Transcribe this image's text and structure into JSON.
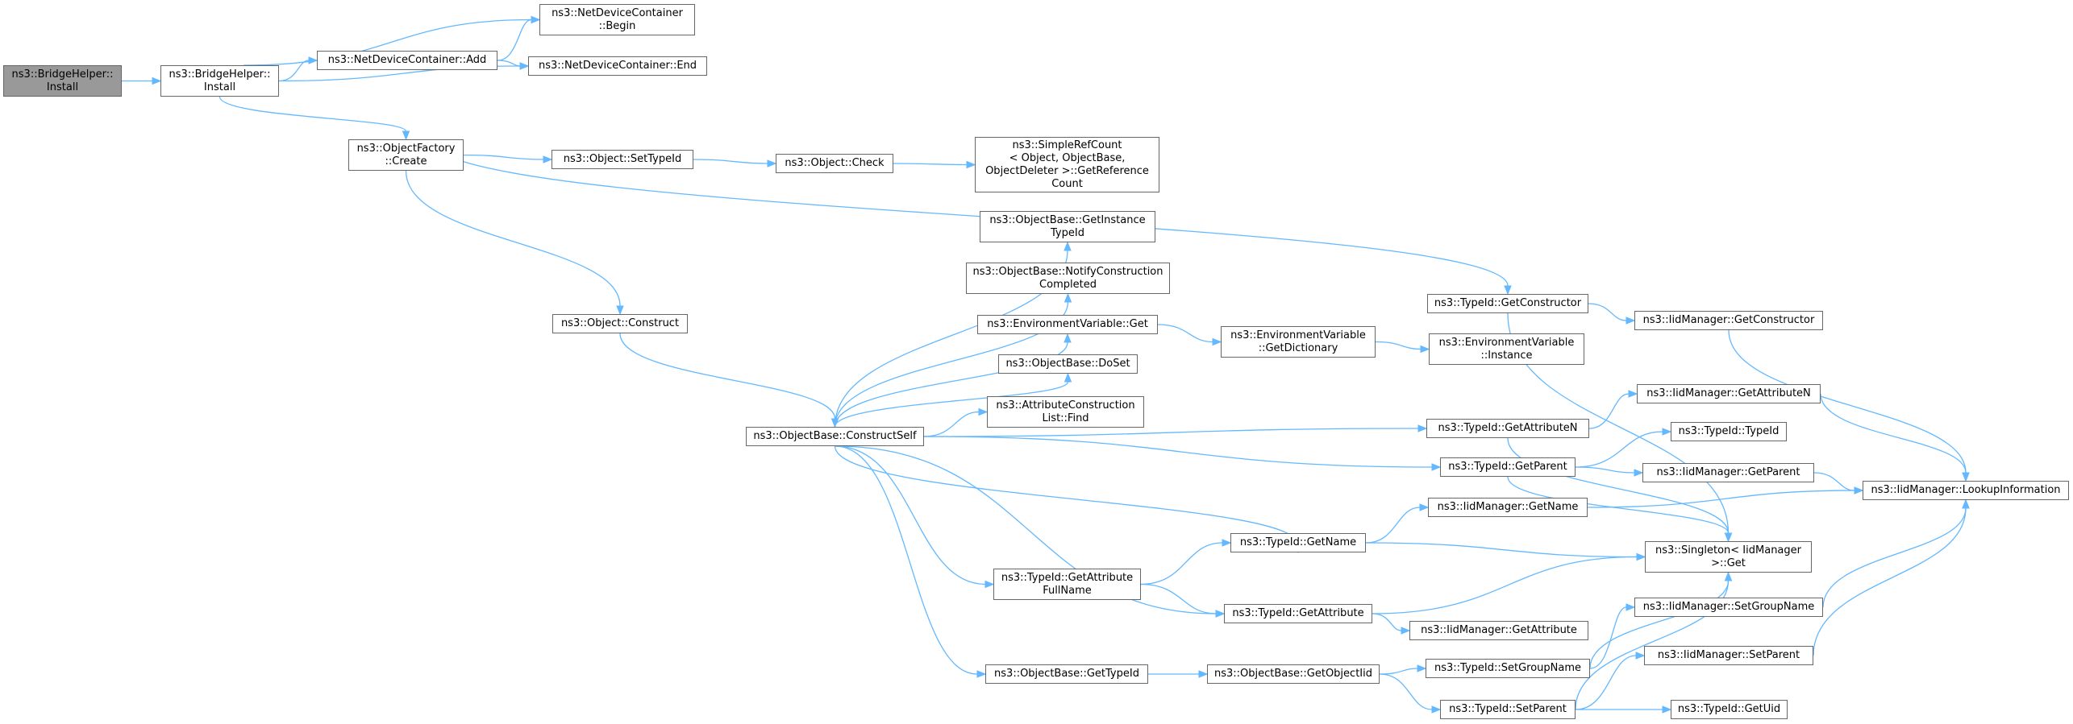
{
  "graph": {
    "edge_color": "#63b8ff",
    "node_border_color": "#666666",
    "root_fill": "#999999",
    "nodes": {
      "bridge_helper_install_root": {
        "lines": [
          "ns3::BridgeHelper::",
          "Install"
        ]
      },
      "bridge_helper_install": {
        "lines": [
          "ns3::BridgeHelper::",
          "Install"
        ]
      },
      "net_device_container_begin": {
        "lines": [
          "ns3::NetDeviceContainer",
          "::Begin"
        ]
      },
      "net_device_container_add": {
        "lines": [
          "ns3::NetDeviceContainer::Add"
        ]
      },
      "net_device_container_end": {
        "lines": [
          "ns3::NetDeviceContainer::End"
        ]
      },
      "object_factory_create": {
        "lines": [
          "ns3::ObjectFactory",
          "::Create"
        ]
      },
      "object_set_type_id": {
        "lines": [
          "ns3::Object::SetTypeId"
        ]
      },
      "object_check": {
        "lines": [
          "ns3::Object::Check"
        ]
      },
      "simple_ref_count_get_reference_count": {
        "lines": [
          "ns3::SimpleRefCount",
          "< Object, ObjectBase,",
          "ObjectDeleter >::GetReference",
          "Count"
        ]
      },
      "object_base_get_instance_type_id": {
        "lines": [
          "ns3::ObjectBase::GetInstance",
          "TypeId"
        ]
      },
      "object_base_notify_construction_completed": {
        "lines": [
          "ns3::ObjectBase::NotifyConstruction",
          "Completed"
        ]
      },
      "object_construct": {
        "lines": [
          "ns3::Object::Construct"
        ]
      },
      "environment_variable_get": {
        "lines": [
          "ns3::EnvironmentVariable::Get"
        ]
      },
      "environment_variable_get_dictionary": {
        "lines": [
          "ns3::EnvironmentVariable",
          "::GetDictionary"
        ]
      },
      "environment_variable_instance": {
        "lines": [
          "ns3::EnvironmentVariable",
          "::Instance"
        ]
      },
      "object_base_do_set": {
        "lines": [
          "ns3::ObjectBase::DoSet"
        ]
      },
      "attribute_construction_list_find": {
        "lines": [
          "ns3::AttributeConstruction",
          "List::Find"
        ]
      },
      "object_base_construct_self": {
        "lines": [
          "ns3::ObjectBase::ConstructSelf"
        ]
      },
      "type_id_get_constructor": {
        "lines": [
          "ns3::TypeId::GetConstructor"
        ]
      },
      "iid_manager_get_constructor": {
        "lines": [
          "ns3::IidManager::GetConstructor"
        ]
      },
      "iid_manager_get_attribute_n": {
        "lines": [
          "ns3::IidManager::GetAttributeN"
        ]
      },
      "type_id_get_attribute_n": {
        "lines": [
          "ns3::TypeId::GetAttributeN"
        ]
      },
      "type_id_type_id": {
        "lines": [
          "ns3::TypeId::TypeId"
        ]
      },
      "type_id_get_parent": {
        "lines": [
          "ns3::TypeId::GetParent"
        ]
      },
      "iid_manager_get_parent": {
        "lines": [
          "ns3::IidManager::GetParent"
        ]
      },
      "iid_manager_lookup_information": {
        "lines": [
          "ns3::IidManager::LookupInformation"
        ]
      },
      "iid_manager_get_name": {
        "lines": [
          "ns3::IidManager::GetName"
        ]
      },
      "type_id_get_name": {
        "lines": [
          "ns3::TypeId::GetName"
        ]
      },
      "singleton_iid_manager_get": {
        "lines": [
          "ns3::Singleton< IidManager",
          ">::Get"
        ]
      },
      "type_id_get_attribute_full_name": {
        "lines": [
          "ns3::TypeId::GetAttribute",
          "FullName"
        ]
      },
      "iid_manager_set_group_name": {
        "lines": [
          "ns3::IidManager::SetGroupName"
        ]
      },
      "type_id_get_attribute": {
        "lines": [
          "ns3::TypeId::GetAttribute"
        ]
      },
      "iid_manager_get_attribute": {
        "lines": [
          "ns3::IidManager::GetAttribute"
        ]
      },
      "iid_manager_set_parent": {
        "lines": [
          "ns3::IidManager::SetParent"
        ]
      },
      "object_base_get_type_id": {
        "lines": [
          "ns3::ObjectBase::GetTypeId"
        ]
      },
      "object_base_get_object_iid": {
        "lines": [
          "ns3::ObjectBase::GetObjectIid"
        ]
      },
      "type_id_set_group_name": {
        "lines": [
          "ns3::TypeId::SetGroupName"
        ]
      },
      "type_id_set_parent": {
        "lines": [
          "ns3::TypeId::SetParent"
        ]
      },
      "type_id_get_uid": {
        "lines": [
          "ns3::TypeId::GetUid"
        ]
      }
    }
  }
}
